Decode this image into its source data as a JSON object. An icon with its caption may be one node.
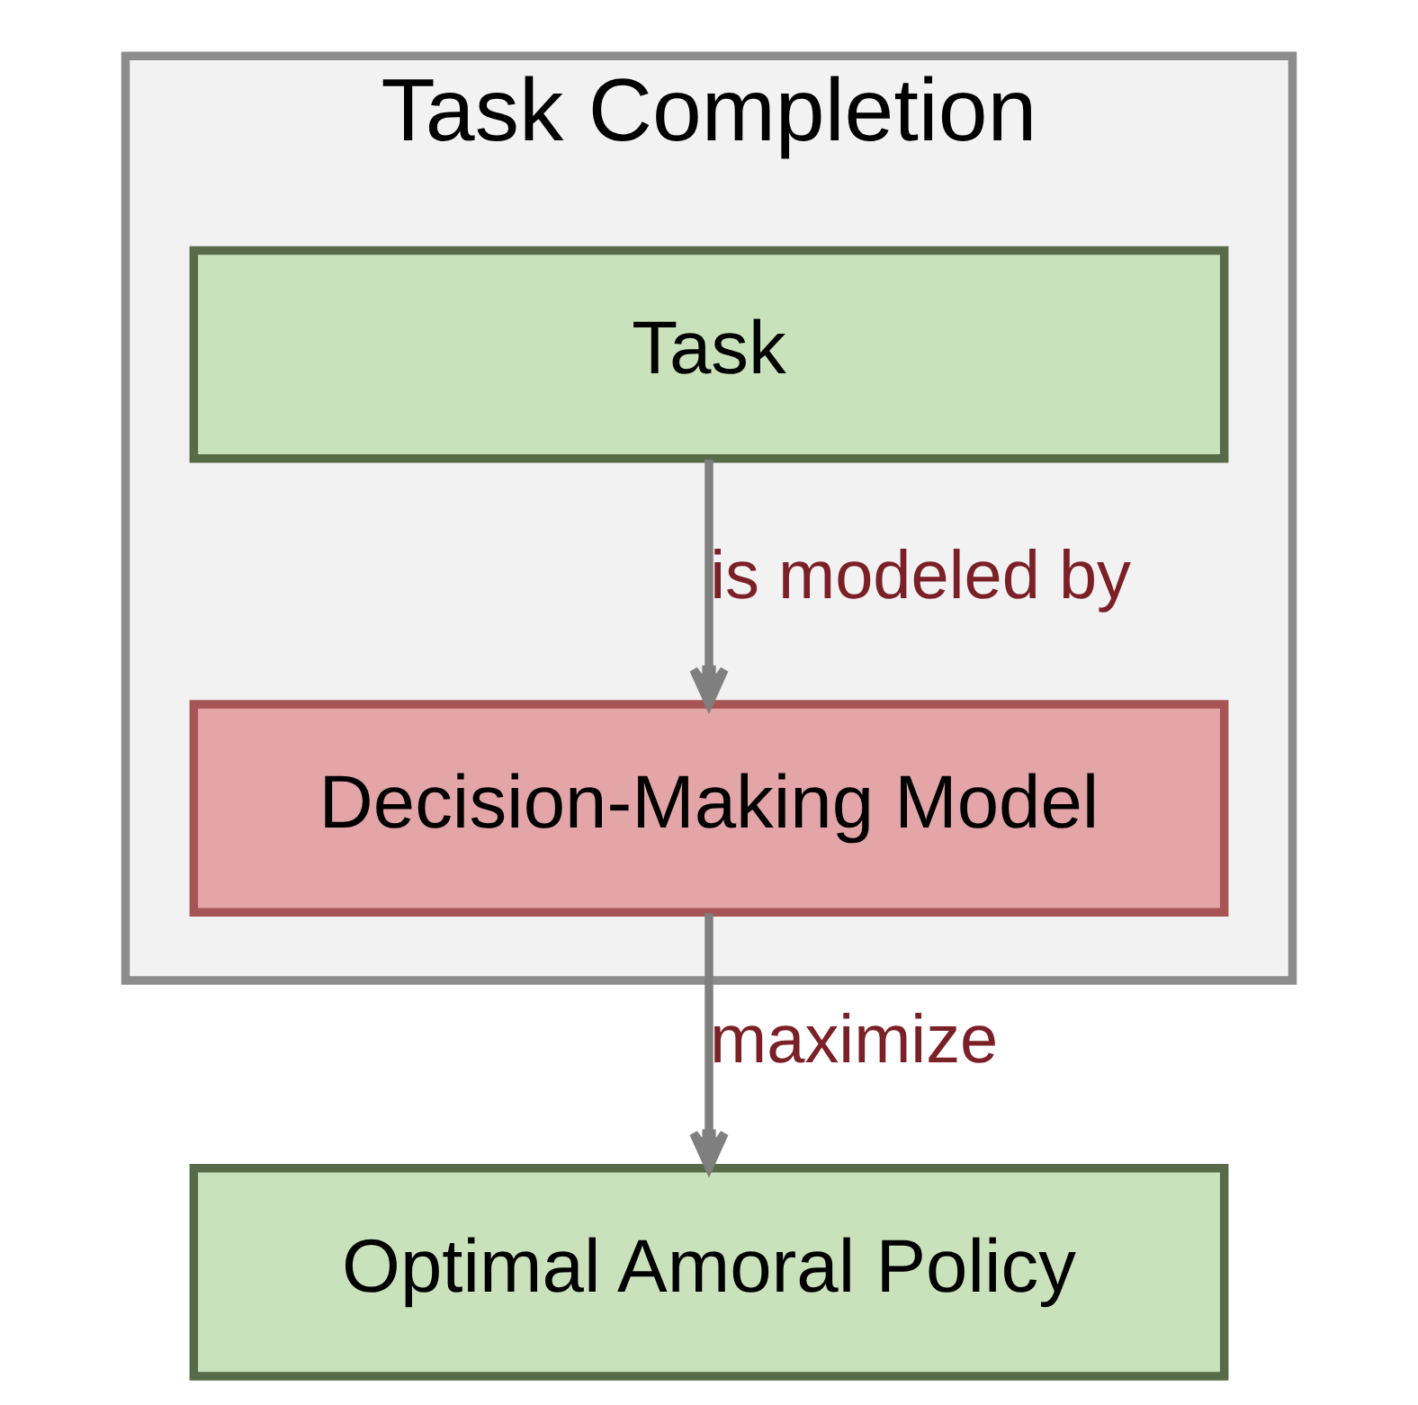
{
  "diagram": {
    "nodes": [
      {
        "text": [
          "Task Completion"
        ]
      },
      {
        "text": [
          "Task"
        ],
        "in": 0
      },
      {
        "text": [
          "Decision-Making Model"
        ],
        "in": 0
      },
      {
        "text": [
          "Optimal Amoral Policy"
        ]
      }
    ],
    "edges": [
      {
        "from": 1,
        "to": 2,
        "arrow": "to",
        "label": "is modeled by"
      },
      {
        "from": 2,
        "to": 3,
        "arrow": "to",
        "label": "maximize"
      }
    ]
  }
}
